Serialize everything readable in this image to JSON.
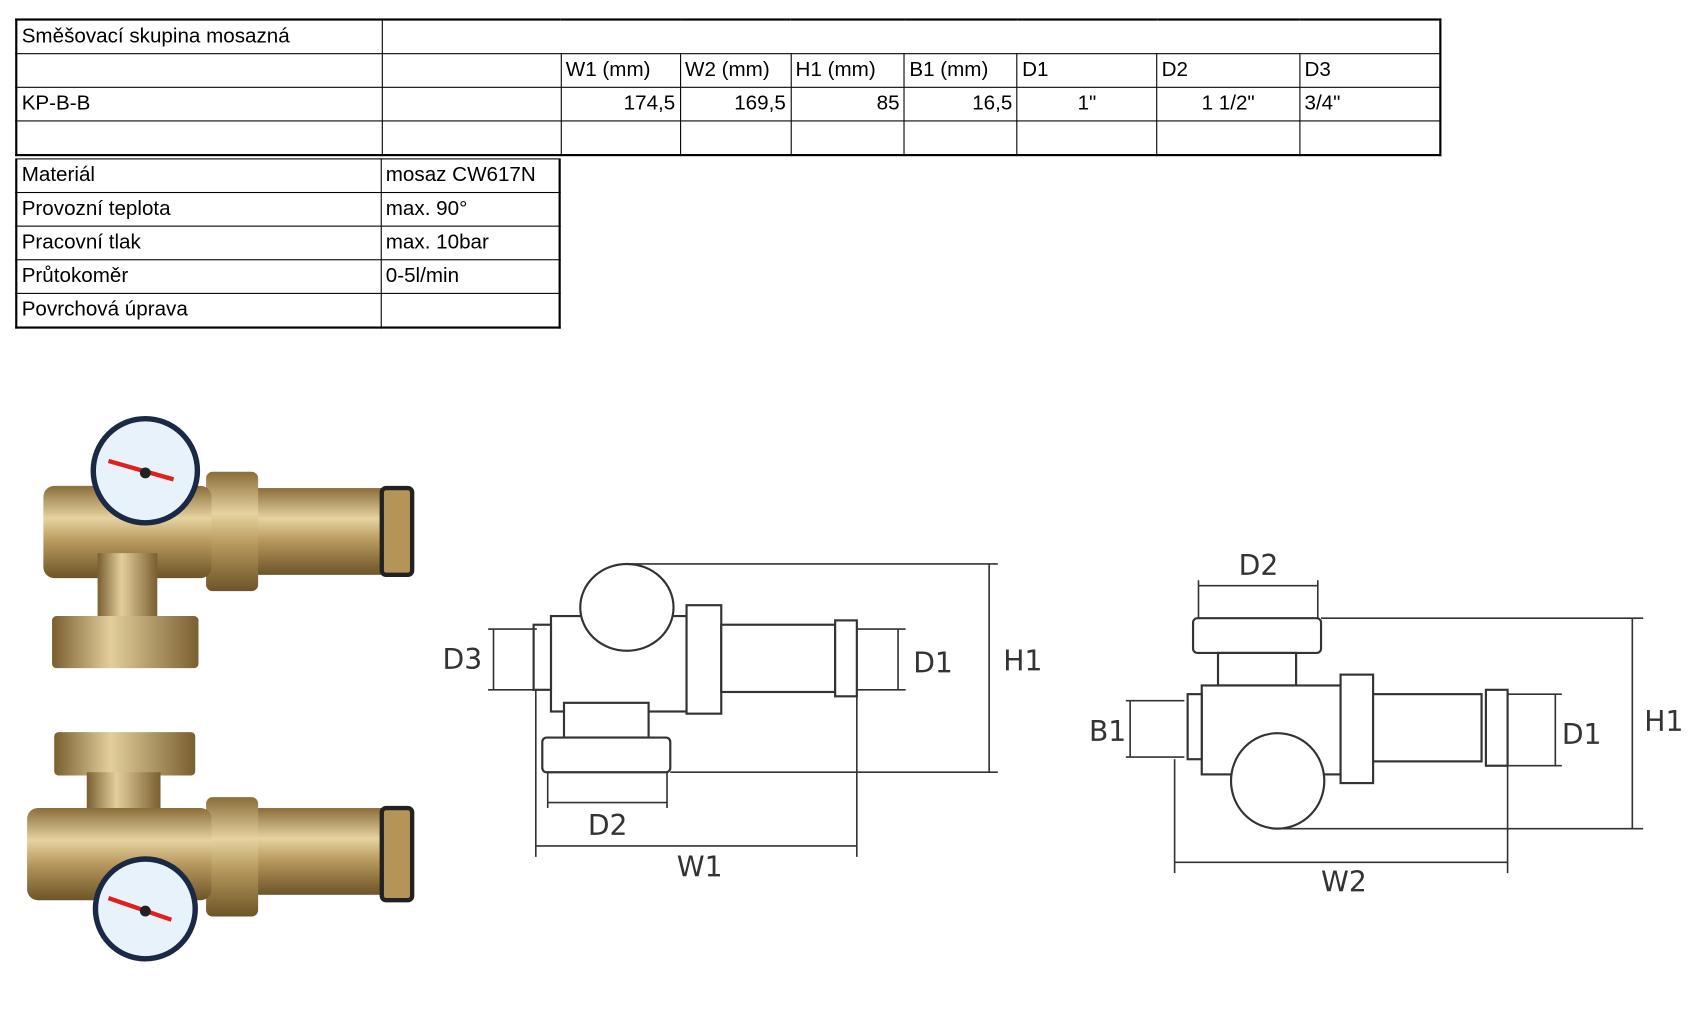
{
  "spec_table": {
    "title": "Směšovací skupina mosazná",
    "headers": [
      "W1 (mm)",
      "W2 (mm)",
      "H1 (mm)",
      "B1 (mm)",
      "D1",
      "D2",
      "D3"
    ],
    "rows": [
      {
        "model": "KP-B-B",
        "values": [
          "174,5",
          "169,5",
          "85",
          "16,5",
          "1\"",
          "1 1/2\"",
          "3/4\""
        ]
      }
    ]
  },
  "properties": [
    {
      "label": "Materiál",
      "value": "mosaz CW617N"
    },
    {
      "label": "Provozní teplota",
      "value": "max. 90°"
    },
    {
      "label": "Pracovní tlak",
      "value": "max. 10bar"
    },
    {
      "label": "Průtokoměr",
      "value": "0-5l/min"
    },
    {
      "label": "Povrchová úprava",
      "value": ""
    }
  ],
  "drawing1": {
    "d3": "D3",
    "d1": "D1",
    "h1": "H1",
    "d2": "D2",
    "w1": "W1"
  },
  "drawing2": {
    "d2": "D2",
    "b1": "B1",
    "d1": "D1",
    "h1": "H1",
    "w2": "W2"
  },
  "colors": {
    "brass": "#b89a5e",
    "gauge_needle": "#e0201c",
    "line": "#333333"
  }
}
